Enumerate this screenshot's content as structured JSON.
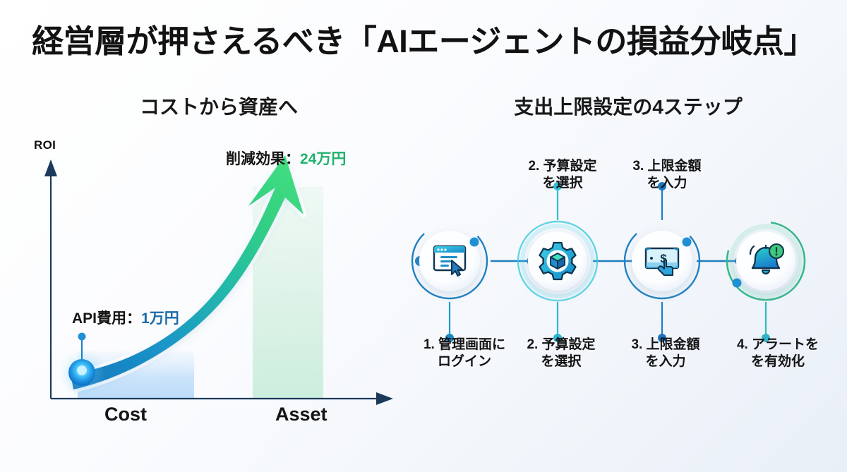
{
  "slide": {
    "title": "経営層が押さえるべき「AIエージェントの損益分岐点」",
    "background_color": "#f3f6fb"
  },
  "left_panel": {
    "heading": "コストから資産へ",
    "y_axis_label": "ROI",
    "x_ticks": [
      "Cost",
      "Asset"
    ],
    "callout_cost": {
      "label": "API費用：",
      "value": "1万円",
      "value_color": "#1a6ba8"
    },
    "callout_saving": {
      "label": "削減効果：",
      "value": "24万円",
      "value_color": "#20b26c"
    },
    "axis_color": "#1b3a5c",
    "curve_start_color": "#1f87c9",
    "curve_end_color": "#3ddc84"
  },
  "right_panel": {
    "heading": "支出上限設定の4ステップ",
    "steps": [
      {
        "number": "1.",
        "line1": "1. 管理画面に",
        "line2": "ログイン",
        "icon": "browser-window-cursor-icon",
        "ring_color": "#1f7fc0",
        "caption_position": "bottom"
      },
      {
        "number": "2.",
        "line1": "2. 予算設定",
        "line2": "を選択",
        "icon": "gear-cube-icon",
        "ring_color": "#2fc3d6",
        "caption_position": "both"
      },
      {
        "number": "3.",
        "line1": "3. 上限金額",
        "line2": "を入力",
        "icon": "banknote-hand-icon",
        "ring_color": "#1f7fc0",
        "caption_position": "both"
      },
      {
        "number": "4.",
        "line1": "4. アラートを",
        "line2": "を有効化",
        "icon": "bell-alert-icon",
        "ring_color": "#37b88a",
        "caption_position": "bottom"
      }
    ]
  },
  "chart_data": {
    "type": "line",
    "title": "コストから資産へ",
    "xlabel": "",
    "ylabel": "ROI",
    "categories": [
      "Cost",
      "Asset"
    ],
    "x": [
      0,
      1
    ],
    "annotations": [
      {
        "text": "API費用：1万円",
        "at": "Cost",
        "value": 1,
        "unit": "万円",
        "color": "#1a6ba8"
      },
      {
        "text": "削減効果：24万円",
        "at": "Asset",
        "value": 24,
        "unit": "万円",
        "color": "#20b26c"
      }
    ],
    "series": [
      {
        "name": "ROI",
        "values": [
          1,
          24
        ],
        "curve": "exponential-rising",
        "gradient": [
          "#1f87c9",
          "#3ddc84"
        ]
      }
    ],
    "grid": false,
    "legend": false
  }
}
